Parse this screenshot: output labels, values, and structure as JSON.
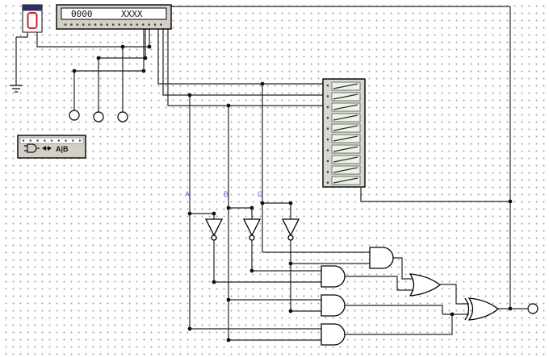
{
  "components": {
    "seven_segment_display": {
      "digit_color": "#cc2222",
      "header_color": "#2a2f6e"
    },
    "word_generator": {
      "display_left": "0000",
      "display_right": "XXXX"
    },
    "logic_converter": {
      "gate_label": "A|B",
      "arrow_icon": "↔"
    },
    "dip_switch_pack": {
      "positions": 10
    }
  },
  "net_labels": {
    "a": "A",
    "b": "B",
    "c": "C"
  },
  "colors": {
    "wire": "#232323",
    "junction": "#111111",
    "component_fill": "#d4d0c8",
    "net_label": "#5a6ade",
    "background": "#ffffff",
    "grid_dot": "#a9a9a9"
  }
}
